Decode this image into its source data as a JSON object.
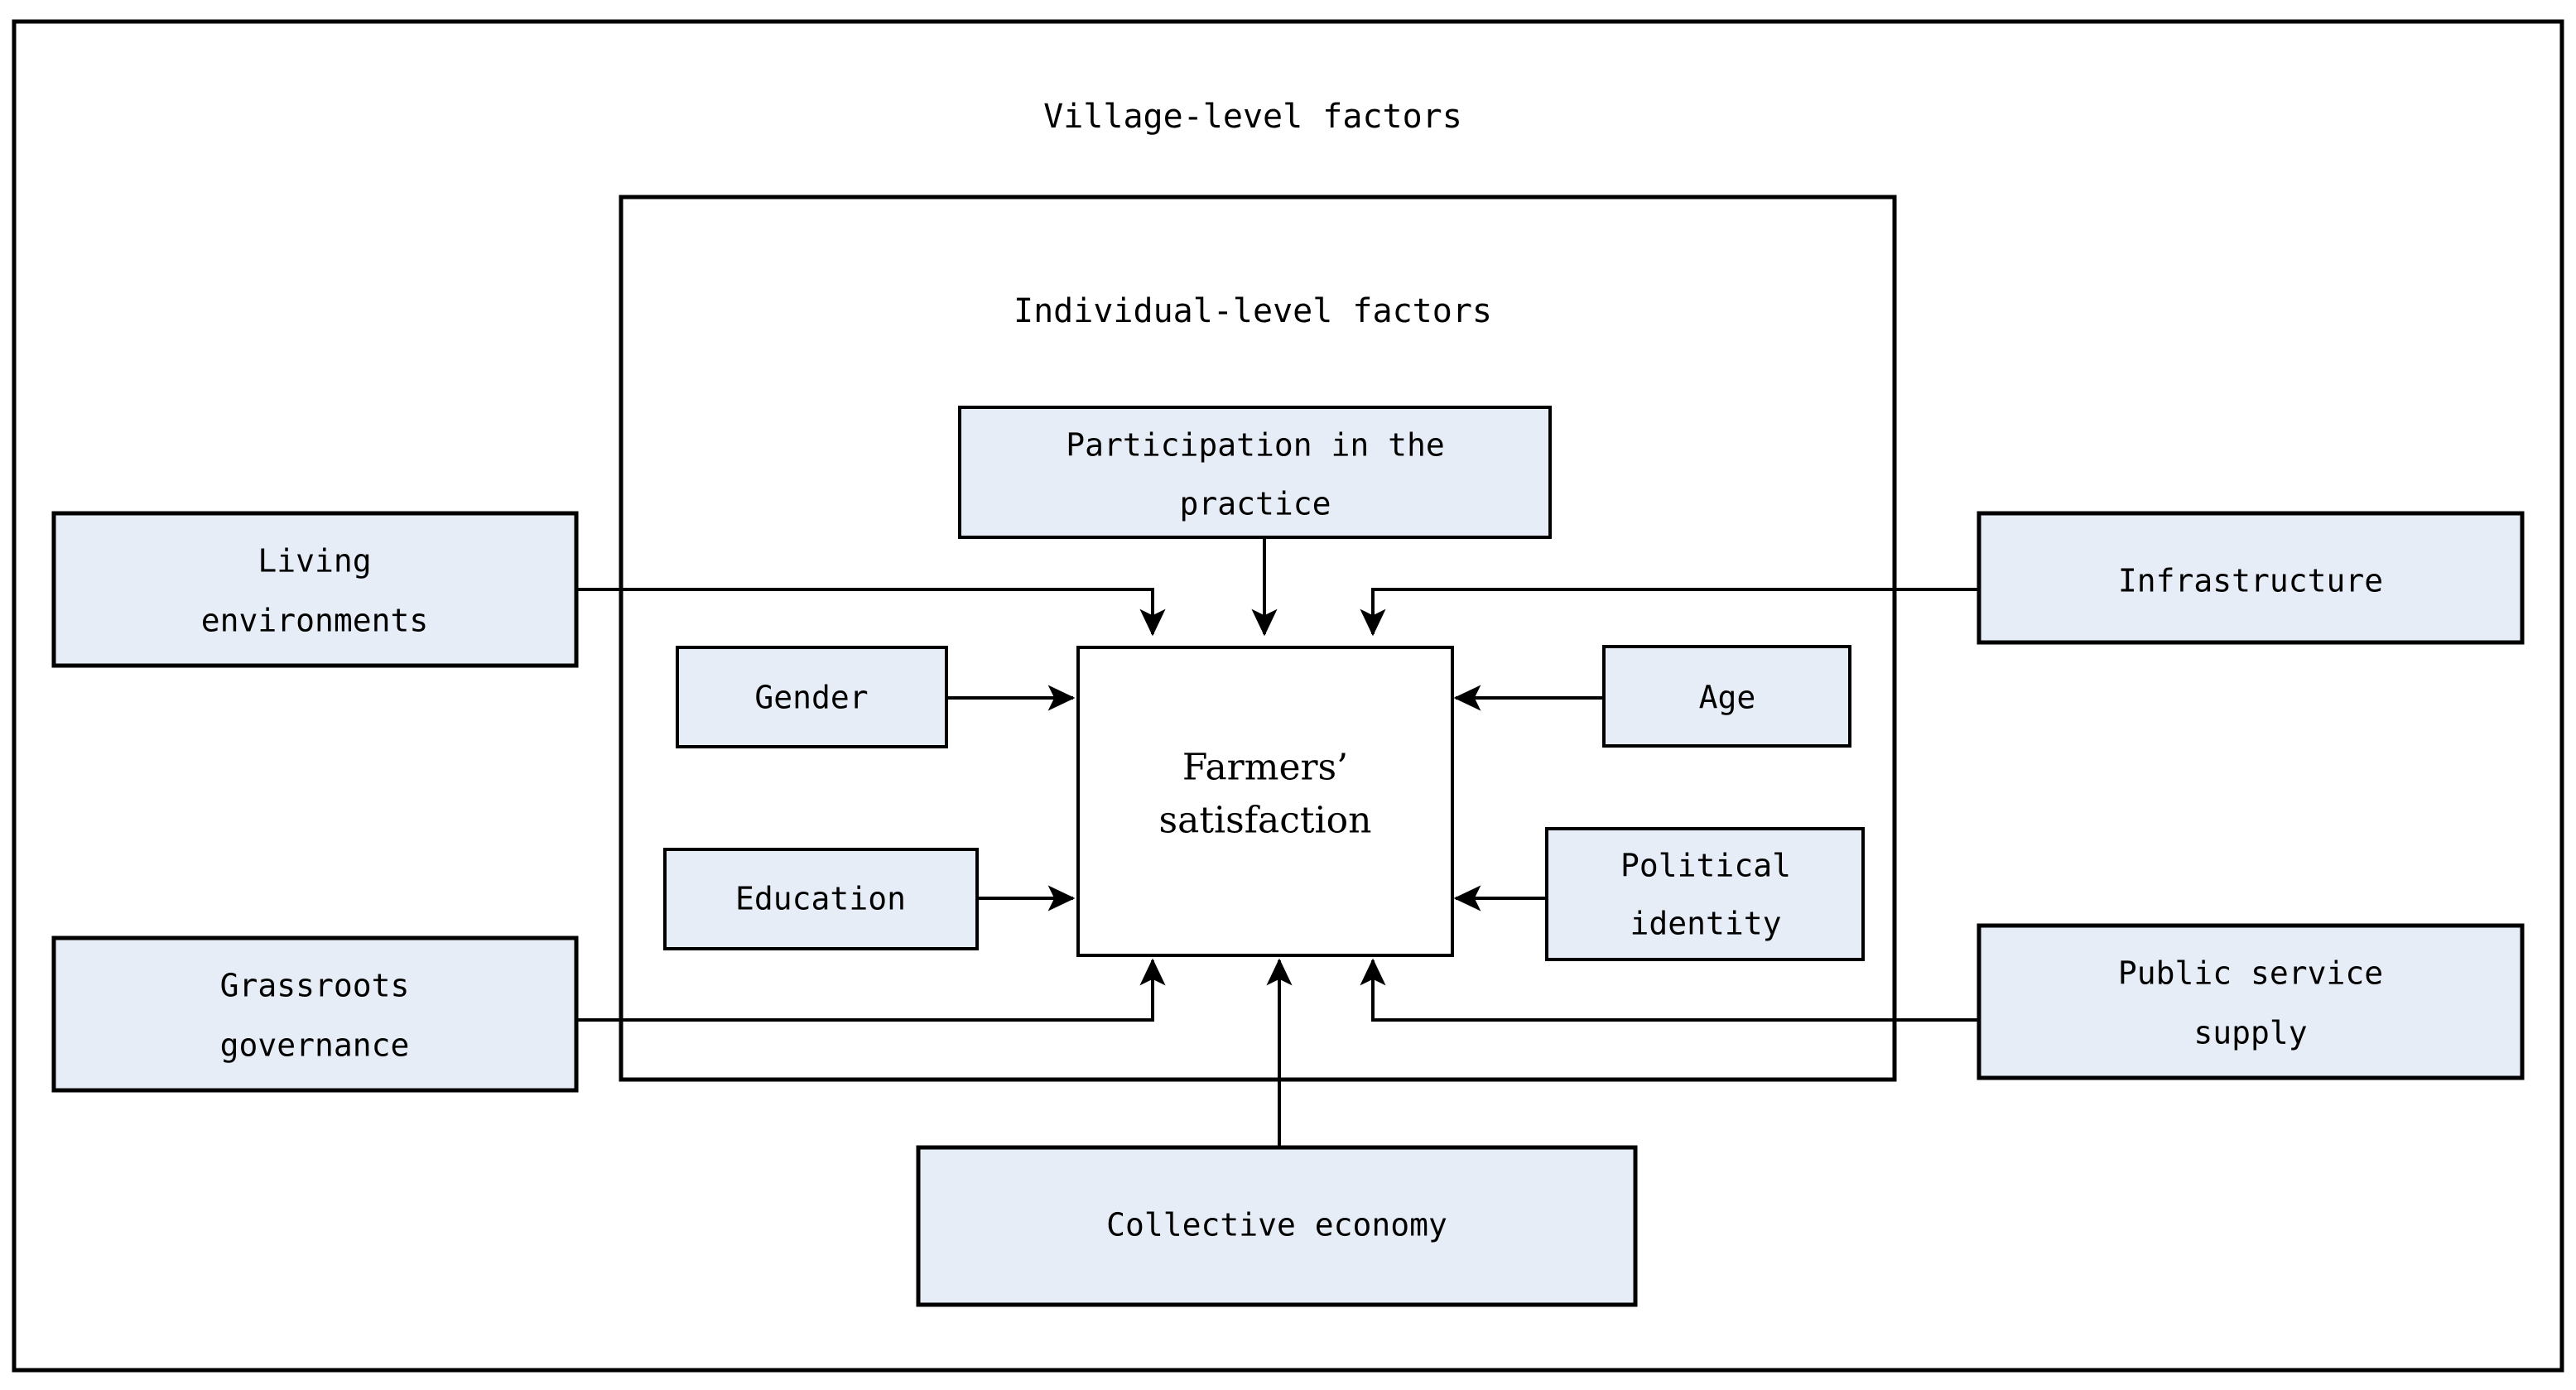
{
  "figure": {
    "outer_frame": {
      "title": "Village-level factors"
    },
    "inner_frame": {
      "title": "Individual-level factors"
    },
    "center": {
      "name": "farmers-satisfaction",
      "line1": "Farmers’",
      "line2": "satisfaction"
    },
    "colors": {
      "node_fill": "#e6edf6",
      "node_stroke": "#000000",
      "center_fill": "#ffffff",
      "canvas": "#ffffff",
      "connector": "#000000"
    },
    "village_level_nodes": [
      {
        "id": "living-environments",
        "line1": "Living",
        "line2": "environments"
      },
      {
        "id": "grassroots-governance",
        "line1": "Grassroots",
        "line2": "governance"
      },
      {
        "id": "infrastructure",
        "line1": "Infrastructure",
        "line2": ""
      },
      {
        "id": "public-service-supply",
        "line1": "Public service",
        "line2": "supply"
      },
      {
        "id": "collective-economy",
        "line1": "Collective economy",
        "line2": ""
      }
    ],
    "individual_level_nodes": [
      {
        "id": "participation-in-the-practice",
        "line1": "Participation in the",
        "line2": "practice"
      },
      {
        "id": "gender",
        "line1": "Gender",
        "line2": ""
      },
      {
        "id": "education",
        "line1": "Education",
        "line2": ""
      },
      {
        "id": "age",
        "line1": "Age",
        "line2": ""
      },
      {
        "id": "political-identity",
        "line1": "Political",
        "line2": "identity"
      }
    ],
    "edges": [
      {
        "from": "living-environments",
        "to": "farmers-satisfaction"
      },
      {
        "from": "grassroots-governance",
        "to": "farmers-satisfaction"
      },
      {
        "from": "infrastructure",
        "to": "farmers-satisfaction"
      },
      {
        "from": "public-service-supply",
        "to": "farmers-satisfaction"
      },
      {
        "from": "collective-economy",
        "to": "farmers-satisfaction"
      },
      {
        "from": "participation-in-the-practice",
        "to": "farmers-satisfaction"
      },
      {
        "from": "gender",
        "to": "farmers-satisfaction"
      },
      {
        "from": "education",
        "to": "farmers-satisfaction"
      },
      {
        "from": "age",
        "to": "farmers-satisfaction"
      },
      {
        "from": "political-identity",
        "to": "farmers-satisfaction"
      }
    ]
  }
}
